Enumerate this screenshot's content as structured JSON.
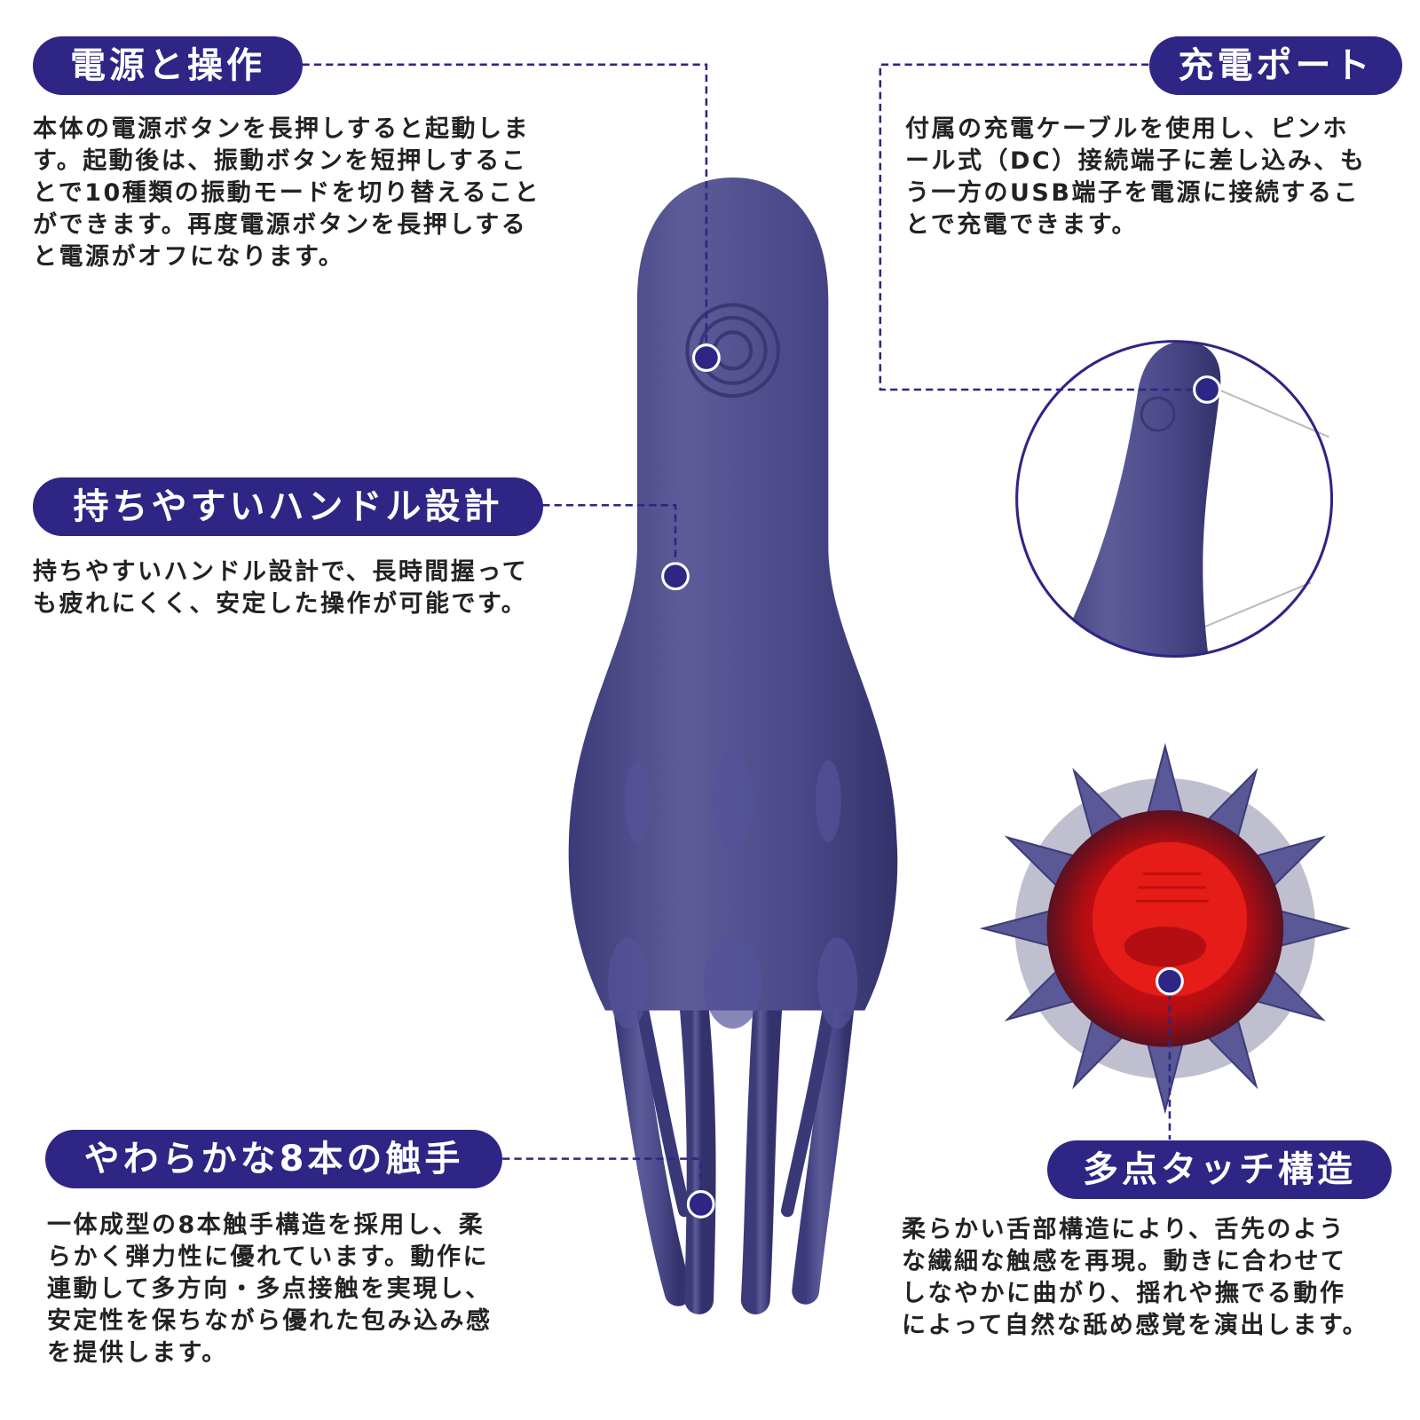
{
  "colors": {
    "brand": "#2e2585",
    "product": "#4a4a8a",
    "inner_red": "#d40f14"
  },
  "sections": {
    "power": {
      "title": "電源と操作",
      "lines": [
        "本体の電源ボタンを長押しすると起動しま",
        "す。起動後は、振動ボタンを短押しするこ",
        "とで10種類の振動モードを切り替えること",
        "ができます。再度電源ボタンを長押しする",
        "と電源がオフになります。"
      ]
    },
    "charging": {
      "title": "充電ポート",
      "lines": [
        "付属の充電ケーブルを使用し、ピンホ",
        "ール式（DC）接続端子に差し込み、も",
        "う一方のUSB端子を電源に接続するこ",
        "とで充電できます。"
      ]
    },
    "handle": {
      "title": "持ちやすいハンドル設計",
      "lines": [
        "持ちやすいハンドル設計で、長時間握って",
        "も疲れにくく、安定した操作が可能です。"
      ]
    },
    "tentacles": {
      "title": "やわらかな8本の触手",
      "lines": [
        "一体成型の8本触手構造を採用し、柔",
        "らかく弾力性に優れています。動作に",
        "連動して多方向・多点接触を実現し、",
        "安定性を保ちながら優れた包み込み感",
        "を提供します。"
      ]
    },
    "multipoint": {
      "title": "多点タッチ構造",
      "lines": [
        "柔らかい舌部構造により、舌先のよう",
        "な繊細な触感を再現。動きに合わせて",
        "しなやかに曲がり、揺れや撫でる動作",
        "によって自然な舐め感覚を演出します。"
      ]
    }
  }
}
